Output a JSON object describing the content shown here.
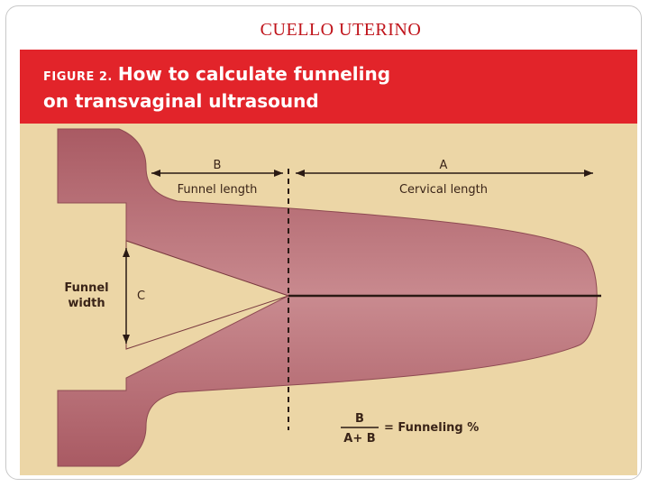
{
  "slide": {
    "title": "CUELLO UTERINO"
  },
  "figure": {
    "label": "FIGURE 2.",
    "title_line1": "How to calculate funneling",
    "title_line2": "on transvaginal ultrasound",
    "colors": {
      "header": "#e2242a",
      "background": "#ecd6a6",
      "cervix": "#b86a70",
      "cervix_dark": "#a85560"
    },
    "labels": {
      "b": "B",
      "funnel_length": "Funnel length",
      "a": "A",
      "cervical_length": "Cervical length",
      "funnel_width_line1": "Funnel",
      "funnel_width_line2": "width",
      "c": "C"
    },
    "formula": {
      "numerator": "B",
      "denominator": "A+ B",
      "result": "= Funneling %"
    }
  }
}
